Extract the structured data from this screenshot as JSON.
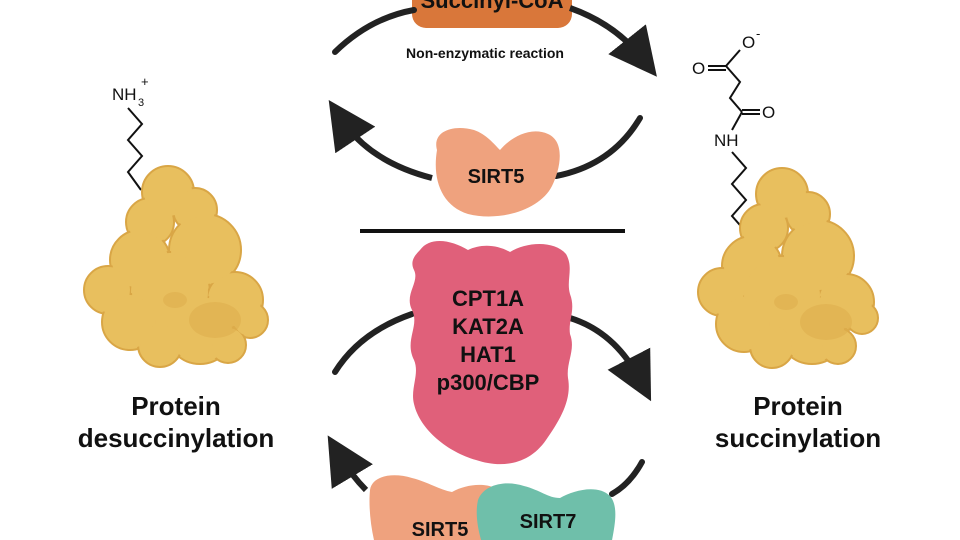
{
  "diagram": {
    "title_partial": "Succinyl-CoA",
    "top_cycle": {
      "reagent": "Succinyl-CoA",
      "forward_label": "Non-enzymatic reaction",
      "reverse_enzyme": "SIRT5"
    },
    "bottom_cycle": {
      "forward_enzymes": [
        "CPT1A",
        "KAT2A",
        "HAT1",
        "p300/CBP"
      ],
      "reverse_enzymes": [
        "SIRT5",
        "SIRT7"
      ]
    },
    "left": {
      "group_label": "NH",
      "group_sub": "3",
      "group_sup": "+",
      "caption_line1": "Protein",
      "caption_line2": "desuccinylation"
    },
    "right": {
      "carboxylate_o": "O",
      "carboxylate_charge": "-",
      "carbonyl_o1": "O",
      "carbonyl_o2": "O",
      "amide": "NH",
      "caption_line1": "Protein",
      "caption_line2": "succinylation"
    },
    "colors": {
      "succinyl_coa": "#D9773A",
      "sirt5": "#EFA27E",
      "sirt7": "#6FBFAA",
      "acyltransferase": "#E0607A",
      "protein": "#E8BF5E",
      "protein_edge": "#D9A646",
      "arrow": "#222222"
    }
  }
}
